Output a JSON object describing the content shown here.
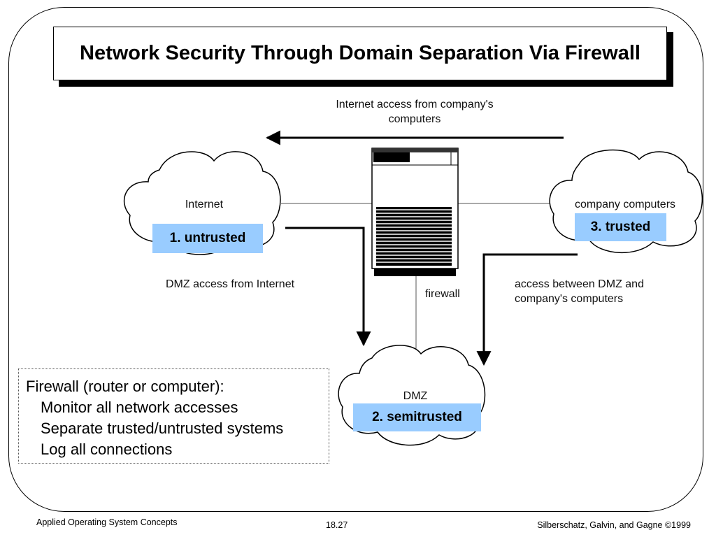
{
  "title": "Network Security Through Domain Separation Via Firewall",
  "diagram": {
    "internet_access_label_line1": "Internet access from company's",
    "internet_access_label_line2": "computers",
    "internet_label": "Internet",
    "company_label": "company computers",
    "dmz_label": "DMZ",
    "dmz_access_label": "DMZ access from Internet",
    "firewall_label": "firewall",
    "between_label_line1": "access between DMZ and",
    "between_label_line2": "company's computers"
  },
  "badges": {
    "untrusted": "1. untrusted",
    "semitrusted": "2. semitrusted",
    "trusted": "3. trusted"
  },
  "colors": {
    "badge": "#99ccff"
  },
  "info": {
    "heading": "Firewall (router or computer):",
    "items": [
      "Monitor all network accesses",
      "Separate trusted/untrusted systems",
      "Log all connections"
    ]
  },
  "footer": {
    "left": "Applied Operating System Concepts",
    "center": "18.27",
    "right": "Silberschatz, Galvin, and Gagne ©1999"
  }
}
